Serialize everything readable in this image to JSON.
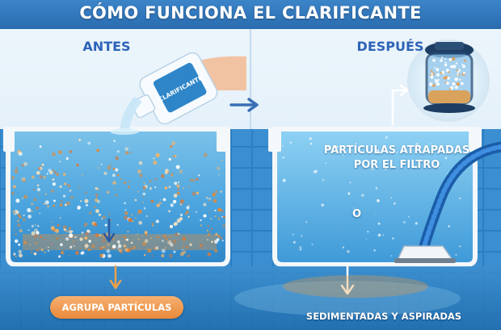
{
  "diagram": {
    "title": "CÓMO FUNCIONA EL CLARIFICANTE",
    "before": {
      "heading": "ANTES",
      "bottle_label": "CLARIFICANTE",
      "badge": "AGRUPA PARTÍCULAS"
    },
    "after": {
      "heading": "DESPUÉS",
      "filter_caption": "PARTÍCULAS ATRAPADAS POR EL FILTRO",
      "marker": "O",
      "bottom_caption": "SEDIMENTADAS Y ASPIRADAS"
    }
  }
}
